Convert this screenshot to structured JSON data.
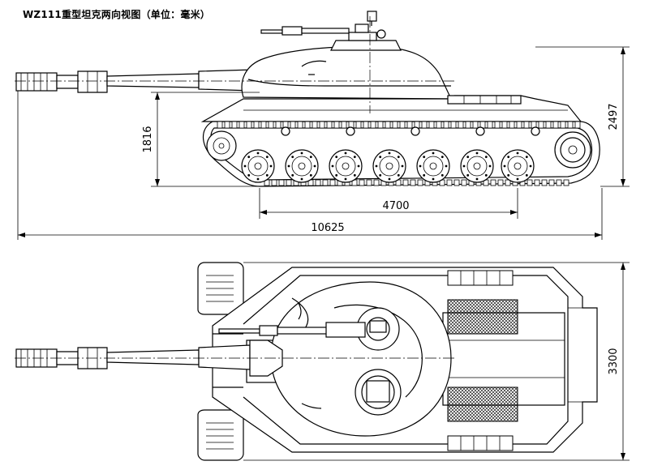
{
  "title": "WZ111重型坦克两向视图（单位：毫米）",
  "dimensions": {
    "height_turret": "2497",
    "height_hull": "1816",
    "wheelbase": "4700",
    "overall_length": "10625",
    "width": "3300"
  },
  "views": [
    "side-view",
    "top-view"
  ]
}
